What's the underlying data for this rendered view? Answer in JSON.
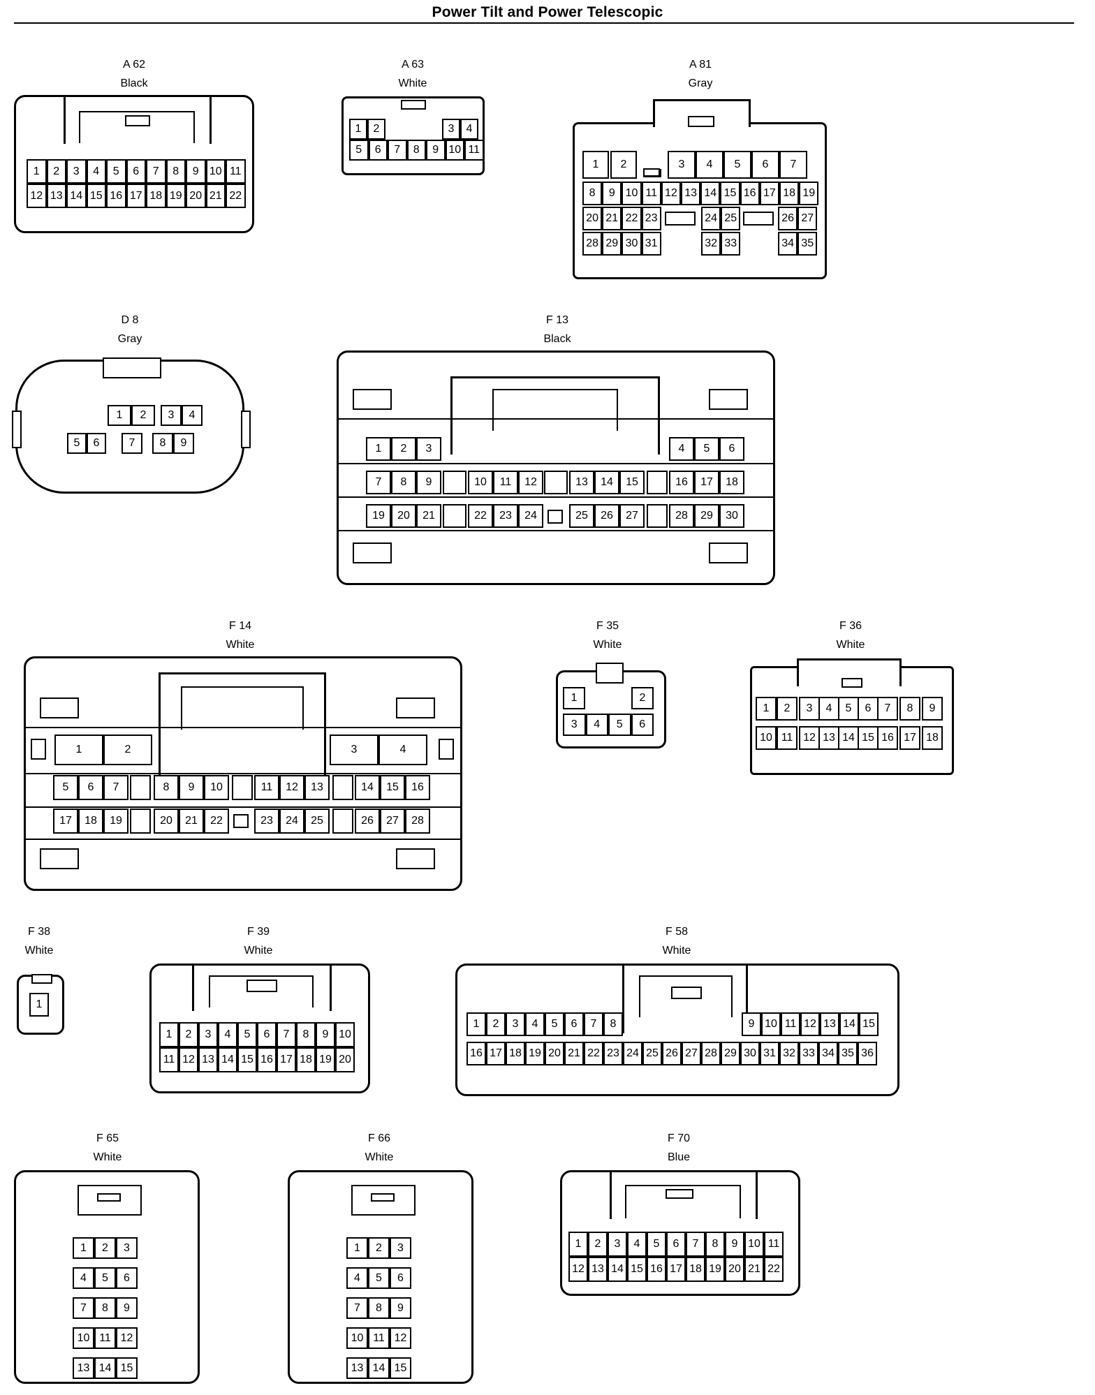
{
  "title": "Power Tilt and Power Telescopic",
  "connectors": [
    {
      "id": "A 62",
      "color": "Black"
    },
    {
      "id": "A 63",
      "color": "White"
    },
    {
      "id": "A 81",
      "color": "Gray"
    },
    {
      "id": "D 8",
      "color": "Gray"
    },
    {
      "id": "F 13",
      "color": "Black"
    },
    {
      "id": "F 14",
      "color": "White"
    },
    {
      "id": "F 35",
      "color": "White"
    },
    {
      "id": "F 36",
      "color": "White"
    },
    {
      "id": "F 38",
      "color": "White"
    },
    {
      "id": "F 39",
      "color": "White"
    },
    {
      "id": "F 58",
      "color": "White"
    },
    {
      "id": "F 65",
      "color": "White"
    },
    {
      "id": "F 66",
      "color": "White"
    },
    {
      "id": "F 70",
      "color": "Blue"
    }
  ],
  "pins": {
    "A62": {
      "row1": [
        "1",
        "2",
        "3",
        "4",
        "5",
        "6",
        "7",
        "8",
        "9",
        "10",
        "11"
      ],
      "row2": [
        "12",
        "13",
        "14",
        "15",
        "16",
        "17",
        "18",
        "19",
        "20",
        "21",
        "22"
      ]
    },
    "A63": {
      "row1": [
        "1",
        "2",
        "3",
        "4"
      ],
      "row2": [
        "5",
        "6",
        "7",
        "8",
        "9",
        "10",
        "11"
      ]
    },
    "A81": {
      "row1": [
        "1",
        "2",
        "3",
        "4",
        "5",
        "6",
        "7"
      ],
      "row2": [
        "8",
        "9",
        "10",
        "11",
        "12",
        "13",
        "14",
        "15",
        "16",
        "17",
        "18",
        "19"
      ],
      "row3": [
        "20",
        "21",
        "22",
        "23",
        "24",
        "25",
        "26",
        "27"
      ],
      "row4": [
        "28",
        "29",
        "30",
        "31",
        "32",
        "33",
        "34",
        "35"
      ]
    },
    "D8": {
      "row1": [
        "1",
        "2",
        "3",
        "4"
      ],
      "row2": [
        "5",
        "6",
        "7",
        "8",
        "9"
      ]
    },
    "F13": {
      "row1": [
        "1",
        "2",
        "3",
        "4",
        "5",
        "6"
      ],
      "row2": [
        "7",
        "8",
        "9",
        "10",
        "11",
        "12",
        "13",
        "14",
        "15",
        "16",
        "17",
        "18"
      ],
      "row3": [
        "19",
        "20",
        "21",
        "22",
        "23",
        "24",
        "25",
        "26",
        "27",
        "28",
        "29",
        "30"
      ]
    },
    "F14": {
      "row1": [
        "1",
        "2",
        "3",
        "4"
      ],
      "row2": [
        "5",
        "6",
        "7",
        "8",
        "9",
        "10",
        "11",
        "12",
        "13",
        "14",
        "15",
        "16"
      ],
      "row3": [
        "17",
        "18",
        "19",
        "20",
        "21",
        "22",
        "23",
        "24",
        "25",
        "26",
        "27",
        "28"
      ]
    },
    "F35": {
      "row1": [
        "1",
        "2"
      ],
      "row2": [
        "3",
        "4",
        "5",
        "6"
      ]
    },
    "F36": {
      "row1": [
        "1",
        "2",
        "3",
        "4",
        "5",
        "6",
        "7",
        "8",
        "9"
      ],
      "row2": [
        "10",
        "11",
        "12",
        "13",
        "14",
        "15",
        "16",
        "17",
        "18"
      ]
    },
    "F38": {
      "row1": [
        "1"
      ]
    },
    "F39": {
      "row1": [
        "1",
        "2",
        "3",
        "4",
        "5",
        "6",
        "7",
        "8",
        "9",
        "10"
      ],
      "row2": [
        "11",
        "12",
        "13",
        "14",
        "15",
        "16",
        "17",
        "18",
        "19",
        "20"
      ]
    },
    "F58": {
      "row1": [
        "1",
        "2",
        "3",
        "4",
        "5",
        "6",
        "7",
        "8",
        "9",
        "10",
        "11",
        "12",
        "13",
        "14",
        "15"
      ],
      "row2": [
        "16",
        "17",
        "18",
        "19",
        "20",
        "21",
        "22",
        "23",
        "24",
        "25",
        "26",
        "27",
        "28",
        "29",
        "30",
        "31",
        "32",
        "33",
        "34",
        "35",
        "36"
      ]
    },
    "F65": {
      "rows": [
        [
          "1",
          "2",
          "3"
        ],
        [
          "4",
          "5",
          "6"
        ],
        [
          "7",
          "8",
          "9"
        ],
        [
          "10",
          "11",
          "12"
        ],
        [
          "13",
          "14",
          "15"
        ]
      ]
    },
    "F66": {
      "rows": [
        [
          "1",
          "2",
          "3"
        ],
        [
          "4",
          "5",
          "6"
        ],
        [
          "7",
          "8",
          "9"
        ],
        [
          "10",
          "11",
          "12"
        ],
        [
          "13",
          "14",
          "15"
        ]
      ]
    },
    "F70": {
      "row1": [
        "1",
        "2",
        "3",
        "4",
        "5",
        "6",
        "7",
        "8",
        "9",
        "10",
        "11"
      ],
      "row2": [
        "12",
        "13",
        "14",
        "15",
        "16",
        "17",
        "18",
        "19",
        "20",
        "21",
        "22"
      ]
    }
  }
}
